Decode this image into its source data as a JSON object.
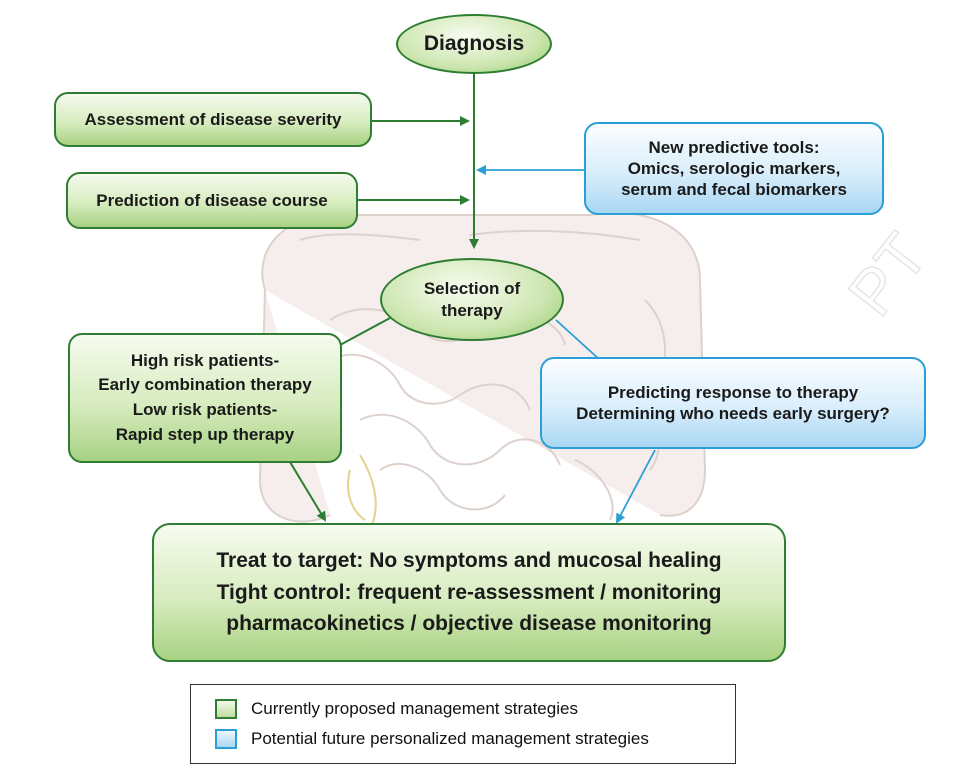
{
  "diagnosis": "Diagnosis",
  "severity": "Assessment of disease severity",
  "course": "Prediction of disease course",
  "predictive_tools": [
    "New predictive tools:",
    "Omics, serologic markers,",
    "serum and fecal biomarkers"
  ],
  "selection": [
    "Selection of",
    "therapy"
  ],
  "risk": [
    "High risk patients-",
    "Early combination therapy",
    "Low risk patients-",
    "Rapid step up therapy"
  ],
  "predicting": [
    "Predicting response to therapy",
    "Determining who needs early surgery?"
  ],
  "target": [
    "Treat to target: No symptoms and mucosal healing",
    "Tight control: frequent re-assessment / monitoring",
    "pharmacokinetics / objective disease monitoring"
  ],
  "legend": {
    "current": "Currently proposed management strategies",
    "future": "Potential future personalized management strategies"
  },
  "colors": {
    "green": "#2e7d32",
    "blue": "#2a9fd6"
  }
}
